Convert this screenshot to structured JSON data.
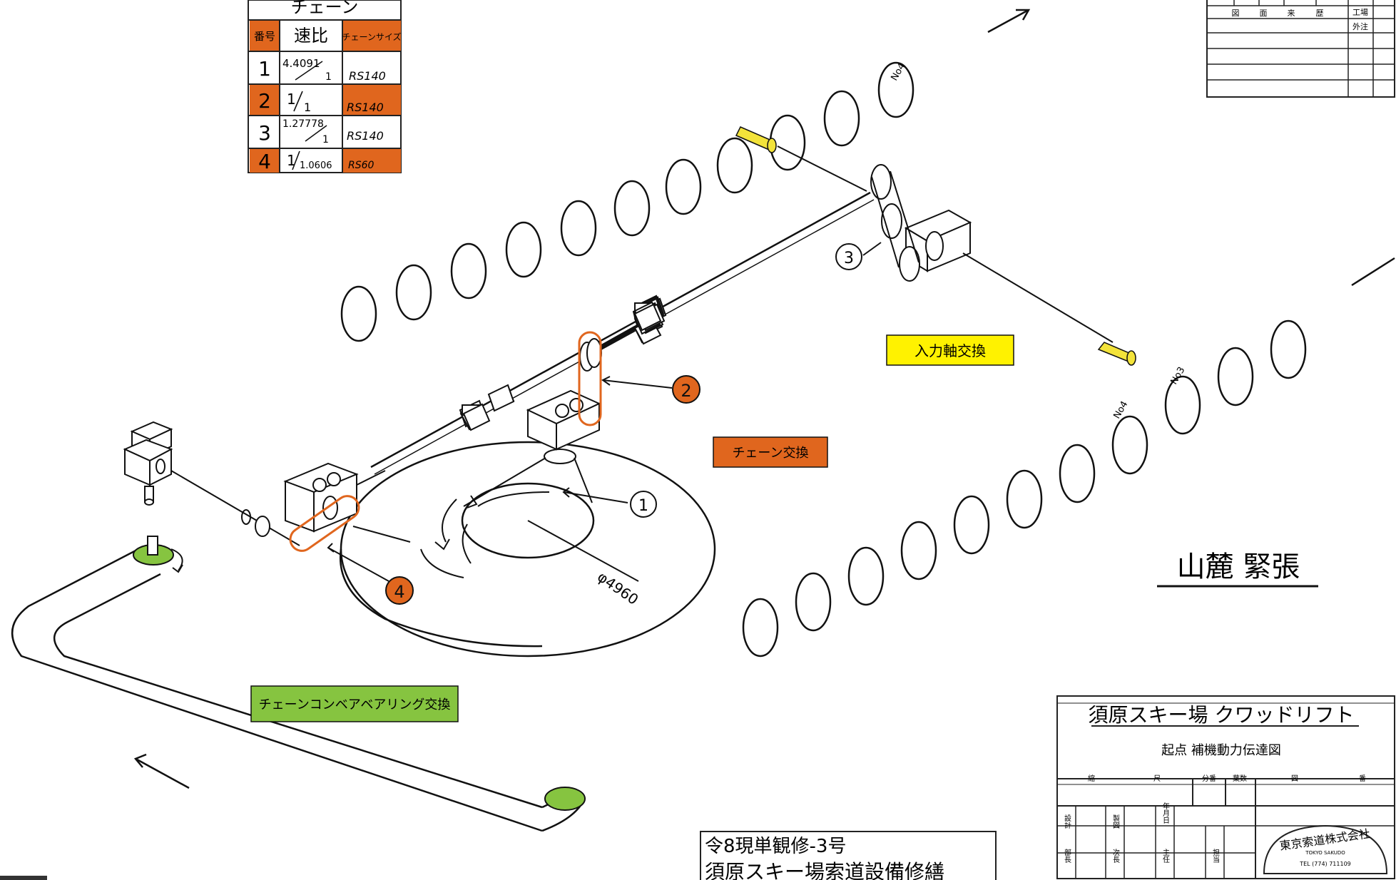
{
  "chain_table": {
    "title": "チェーン",
    "headers": [
      "番号",
      "速比",
      "チェーンサイズ"
    ],
    "rows": [
      {
        "no": "1",
        "ratio_top": "4.4091",
        "ratio_bottom": "1",
        "size": "RS140"
      },
      {
        "no": "2",
        "ratio_top": "1",
        "ratio_bottom": "1",
        "size": "RS140"
      },
      {
        "no": "3",
        "ratio_top": "1.27778",
        "ratio_bottom": "1",
        "size": "RS140"
      },
      {
        "no": "4",
        "ratio_top": "1",
        "ratio_bottom": "1.0606",
        "size": "RS60"
      }
    ]
  },
  "revision_table": {
    "cols": [
      "図",
      "面",
      "来",
      "歴"
    ],
    "right_labels": [
      "工場",
      "外注"
    ]
  },
  "labels": {
    "input_shaft": "入力軸交換",
    "chain_replace": "チェーン交換",
    "conveyor_bearing": "チェーンコンベアベアリング交換",
    "location": "山麓 緊張",
    "diameter": "φ4960",
    "no4_top": "No4",
    "no4_right": "No4",
    "no3": "No3"
  },
  "callouts": [
    "1",
    "2",
    "3",
    "4"
  ],
  "title_block": {
    "title": "須原スキー場 クワッドリフト",
    "subtitle": "起点 補機動力伝達図",
    "row_labels": [
      "縮",
      "尺",
      "分番",
      "葉数",
      "図",
      "番"
    ],
    "sign_labels": [
      "設計",
      "製図",
      "年月日",
      "部長",
      "次長",
      "主任",
      "担当"
    ],
    "company": "東京索道株式会社",
    "company_en": "TOKYO SAKUDO",
    "tel": "TEL (774) 711109"
  },
  "job_box": {
    "line1": "令8現単観修-3号",
    "line2": "須原スキー場索道設備修繕"
  },
  "colors": {
    "orange": "#e0661e",
    "yellow": "#fff200",
    "green": "#86c440",
    "shaft_yellow": "#f3e33a"
  }
}
